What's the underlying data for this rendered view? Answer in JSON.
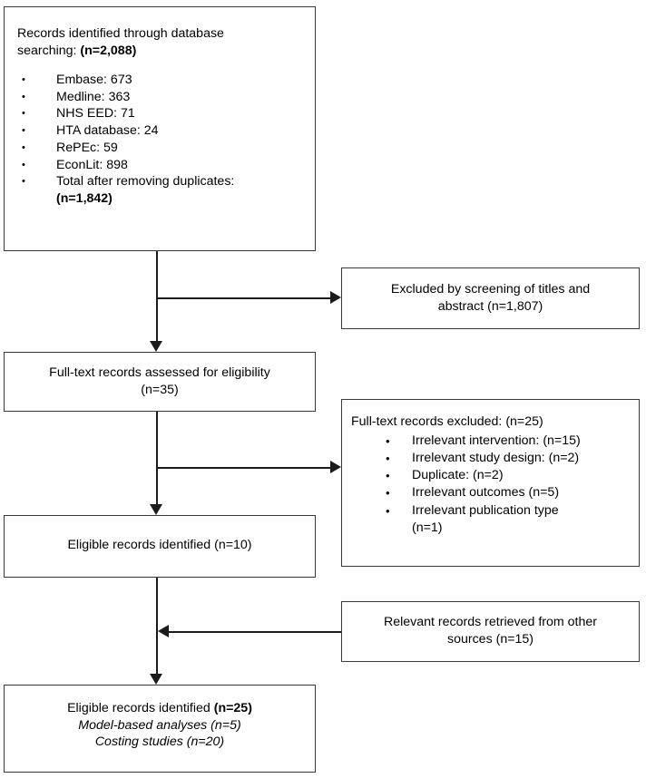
{
  "diagram": {
    "title": "PRISMA study selection flow diagram",
    "type": "flowchart",
    "line_color": "#1b1b1b",
    "border_color": "#3a3a3a",
    "background": "#ffffff"
  },
  "boxes": {
    "identification": {
      "heading_line1": "Records identified through database",
      "heading_line2_label": "searching: ",
      "heading_line2_value": "(n=2,088)",
      "bullet_glyph": "•",
      "items": [
        "Embase: 673",
        "Medline: 363",
        "NHS EED: 71",
        "HTA database: 24",
        "RePEc: 59",
        "EconLit: 898"
      ],
      "total_label": "Total after removing duplicates:",
      "total_value": "(n=1,842)"
    },
    "screening_excluded": {
      "line1": "Excluded by screening of titles and",
      "line2": "abstract (n=1,807)"
    },
    "eligibility": {
      "line1": "Full-text records assessed for eligibility",
      "line2": "(n=35)"
    },
    "fulltext_excluded": {
      "heading": "Full-text records excluded: (n=25)",
      "bullet_glyph": "•",
      "items": [
        "Irrelevant intervention: (n=15)",
        "Irrelevant study design: (n=2)",
        "Duplicate: (n=2)",
        "Irrelevant outcomes (n=5)"
      ],
      "last_item_line1": "Irrelevant publication type",
      "last_item_line2": "(n=1)"
    },
    "eligible_10": {
      "line1": "Eligible records identified (n=10)"
    },
    "other_sources": {
      "line1": "Relevant records retrieved from other",
      "line2": "sources (n=15)"
    },
    "included": {
      "line1_label": "Eligible records identified ",
      "line1_value": "(n=25)",
      "line2": "Model-based analyses (n=5)",
      "line3": "Costing studies (n=20)"
    }
  }
}
